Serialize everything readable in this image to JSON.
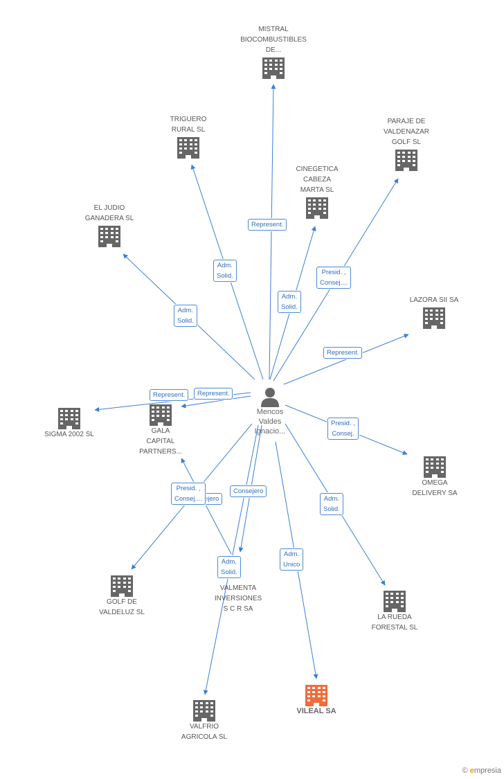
{
  "colors": {
    "edge": "#3a7fd6",
    "company": "#666666",
    "highlight": "#f26b3a",
    "role_text": "#2f6fba"
  },
  "person": {
    "name_lines": [
      "Mencos",
      "Valdes",
      "Ignacio..."
    ],
    "icon": "person-icon"
  },
  "companies": [
    {
      "id": "mistral",
      "lines": [
        "MISTRAL",
        "BIOCOMBUSTIBLES",
        "DE..."
      ],
      "icon": "building-icon"
    },
    {
      "id": "triguero",
      "lines": [
        "TRIGUERO",
        "RURAL SL"
      ],
      "icon": "building-icon"
    },
    {
      "id": "paraje",
      "lines": [
        "PARAJE DE",
        "VALDENAZAR",
        "GOLF SL"
      ],
      "icon": "building-icon"
    },
    {
      "id": "cinegetica",
      "lines": [
        "CINEGETICA",
        "CABEZA",
        "MARTA SL"
      ],
      "icon": "building-icon"
    },
    {
      "id": "eljudio",
      "lines": [
        "EL JUDIO",
        "GANADERA SL"
      ],
      "icon": "building-icon"
    },
    {
      "id": "lazora",
      "lines": [
        "LAZORA SII SA"
      ],
      "icon": "building-icon"
    },
    {
      "id": "sigma",
      "lines": [
        "SIGMA 2002 SL"
      ],
      "icon": "building-icon"
    },
    {
      "id": "gala",
      "lines": [
        "GALA",
        "CAPITAL",
        "PARTNERS..."
      ],
      "icon": "building-icon"
    },
    {
      "id": "omega",
      "lines": [
        "OMEGA",
        "DELIVERY SA"
      ],
      "icon": "building-icon"
    },
    {
      "id": "golf",
      "lines": [
        "GOLF DE",
        "VALDELUZ SL"
      ],
      "icon": "building-icon"
    },
    {
      "id": "valmenta",
      "lines": [
        "VALMENTA",
        "INVERSIONES",
        "S C R SA"
      ],
      "icon": "building-icon"
    },
    {
      "id": "larueda",
      "lines": [
        "LA RUEDA",
        "FORESTAL SL"
      ],
      "icon": "building-icon"
    },
    {
      "id": "valfrio",
      "lines": [
        "VALFRIO",
        "AGRICOLA SL"
      ],
      "icon": "building-icon"
    },
    {
      "id": "vileal",
      "lines": [
        "VILEAL SA"
      ],
      "icon": "building-icon",
      "highlight": true
    }
  ],
  "roles": [
    {
      "id": "r-mistral",
      "lines": [
        "Represent."
      ]
    },
    {
      "id": "r-triguero",
      "lines": [
        "Adm.",
        "Solid."
      ]
    },
    {
      "id": "r-paraje",
      "lines": [
        "Presid. ,",
        "Consej...."
      ]
    },
    {
      "id": "r-cinegetica",
      "lines": [
        "Adm.",
        "Solid."
      ]
    },
    {
      "id": "r-eljudio",
      "lines": [
        "Adm.",
        "Solid."
      ]
    },
    {
      "id": "r-lazora",
      "lines": [
        "Represent."
      ]
    },
    {
      "id": "r-sigma",
      "lines": [
        "Represent."
      ]
    },
    {
      "id": "r-gala",
      "lines": [
        "Represent."
      ]
    },
    {
      "id": "r-omega",
      "lines": [
        "Presid. ,",
        "Consej."
      ]
    },
    {
      "id": "r-golf-back",
      "lines": [
        "Consejero"
      ]
    },
    {
      "id": "r-golf",
      "lines": [
        "Presid. ,",
        "Consej...."
      ]
    },
    {
      "id": "r-valmenta",
      "lines": [
        "Consejero"
      ]
    },
    {
      "id": "r-larueda",
      "lines": [
        "Adm.",
        "Solid."
      ]
    },
    {
      "id": "r-valfrio",
      "lines": [
        "Adm.",
        "Solid."
      ]
    },
    {
      "id": "r-vileal",
      "lines": [
        "Adm.",
        "Unico"
      ]
    }
  ],
  "watermark": {
    "copyright": "©",
    "brand_initial": "e",
    "brand_rest": "mpresia"
  }
}
